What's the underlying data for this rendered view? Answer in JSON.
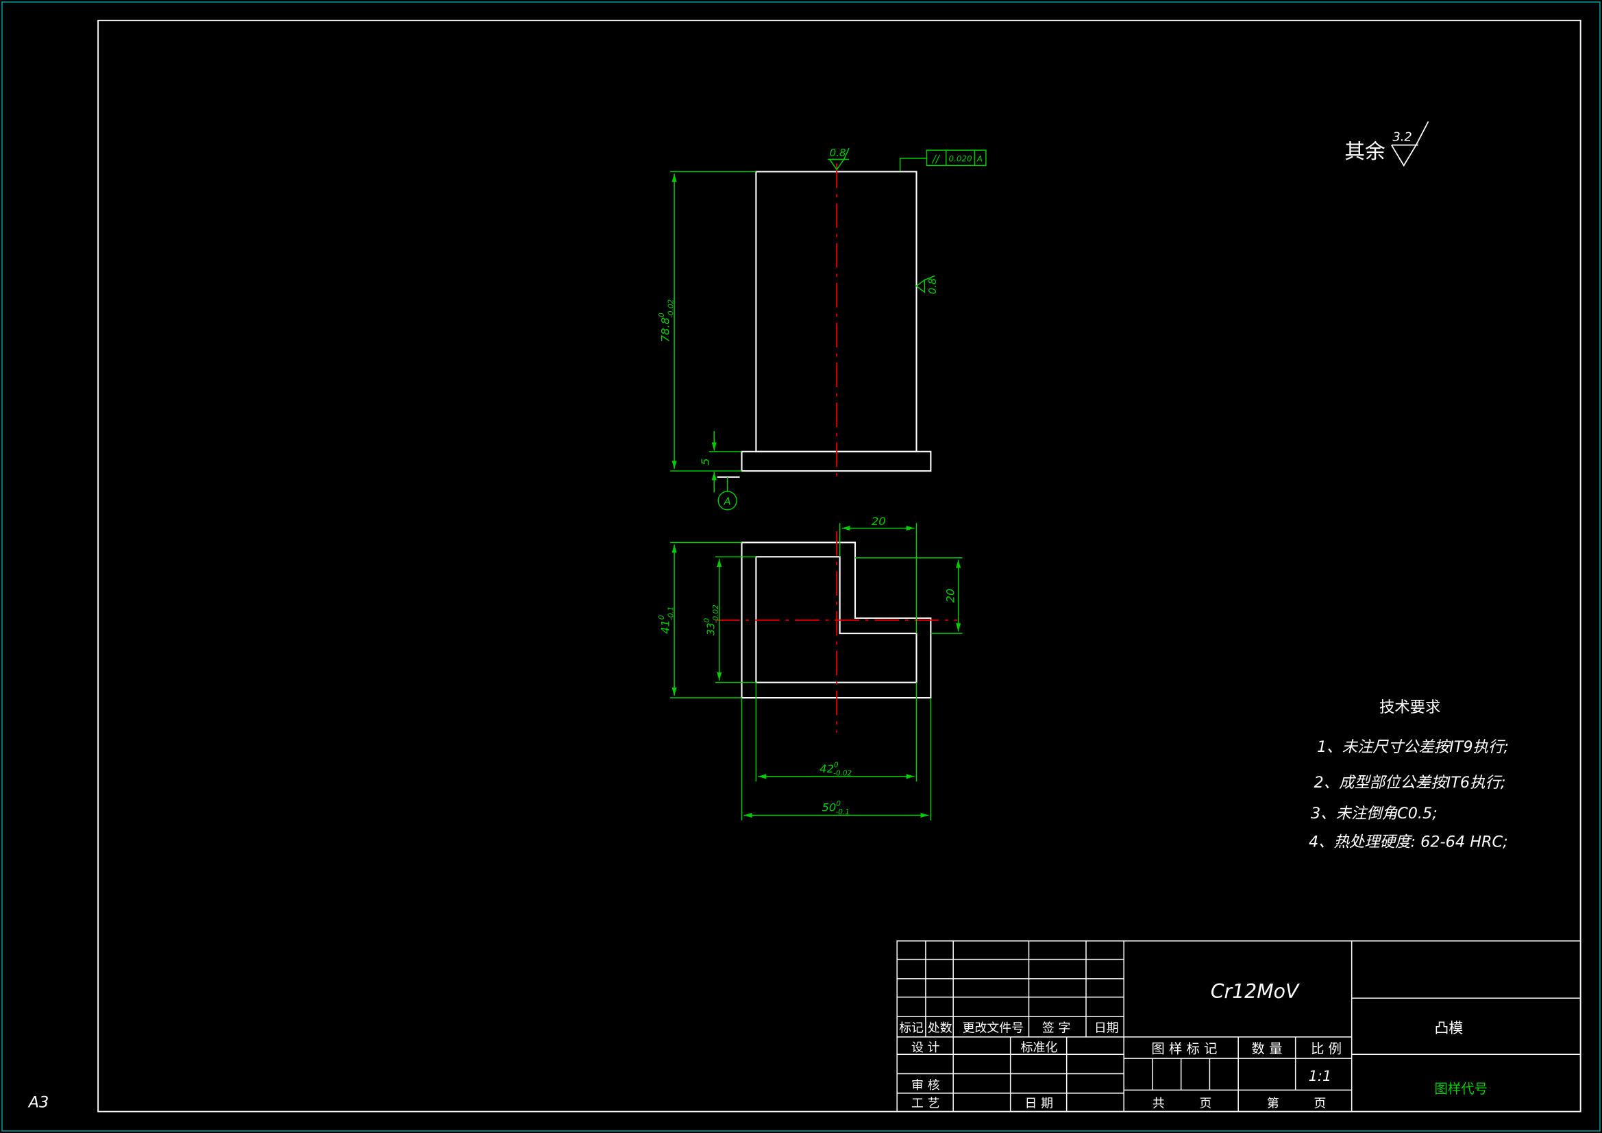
{
  "sheet": {
    "size_label": "A3"
  },
  "surface_finish": {
    "other_label": "其余",
    "other_value": "3.2",
    "top_value": "0.8",
    "side_value": "0.8"
  },
  "tolerance_frame": {
    "symbol": "//",
    "value": "0.020",
    "datum": "A"
  },
  "datum": {
    "label": "A"
  },
  "dimensions": {
    "height_main": "78.8",
    "height_tol_upper": "0",
    "height_tol_lower": "-0.02",
    "base_height": "5",
    "top_width": "20",
    "right_height": "20",
    "outer_height": "41",
    "outer_height_tol_upper": "0",
    "outer_height_tol_lower": "-0.1",
    "inner_height": "33",
    "inner_height_tol_upper": "0",
    "inner_height_tol_lower": "-0.02",
    "inner_width": "42",
    "inner_width_tol_upper": "0",
    "inner_width_tol_lower": "-0.02",
    "outer_width": "50",
    "outer_width_tol_upper": "0",
    "outer_width_tol_lower": "-0.1"
  },
  "tech_requirements": {
    "title": "技术要求",
    "items": [
      "1、未注尺寸公差按IT9执行;",
      "2、成型部位公差按IT6执行;",
      "3、未注倒角C0.5;",
      "4、热处理硬度: 62-64 HRC;"
    ]
  },
  "title_block": {
    "material": "Cr12MoV",
    "part_name": "凸模",
    "drawing_code_label": "图样代号",
    "hdr_mark": "标记",
    "hdr_count": "处数",
    "hdr_change_doc": "更改文件号",
    "hdr_sign": "签 字",
    "hdr_date": "日期",
    "design": "设 计",
    "standardize": "标准化",
    "review": "审 核",
    "process": "工 艺",
    "date": "日 期",
    "drawing_mark": "图 样 标 记",
    "quantity": "数 量",
    "scale_label": "比 例",
    "scale_value": "1:1",
    "total_label": "共",
    "page_label": "页",
    "sheet_label": "第",
    "sheet_page_label": "页"
  },
  "colors": {
    "line": "#ffffff",
    "dimension": "#00cc00",
    "centerline": "#e00000",
    "frame_outer": "#00a0a0"
  }
}
